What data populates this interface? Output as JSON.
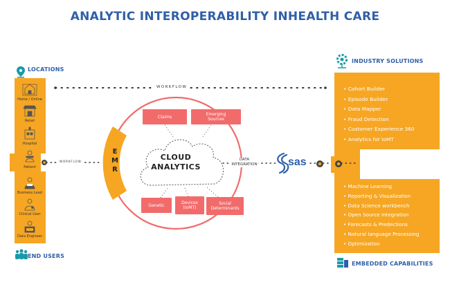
{
  "title": "ANALYTIC INTEROPERABILITY INHEALTH CARE",
  "headers": {
    "locations": "LOCATIONS",
    "end_users": "END USERS",
    "industry": "INDUSTRY SOLUTIONS",
    "embedded": "EMBEDDED CAPABILITIES"
  },
  "locations": [
    "Home / Online",
    "Retail",
    "Hospital"
  ],
  "center_node": "Patient",
  "users": [
    "Business Lead",
    "Clinical User",
    "Data Engineer"
  ],
  "workflow_label": "WORKFLOW",
  "workflow_small": "WORKFLOW",
  "emr": [
    "E",
    "M",
    "R"
  ],
  "cloud": {
    "line1": "CLOUD",
    "line2": "ANALYTICS"
  },
  "boxes": [
    {
      "l1": "Claims",
      "l2": ""
    },
    {
      "l1": "Emerging",
      "l2": "Sources"
    },
    {
      "l1": "Genetic",
      "l2": ""
    },
    {
      "l1": "Devices",
      "l2": "(IoMT)"
    },
    {
      "l1": "Social",
      "l2": "Determinants"
    }
  ],
  "data_integration": [
    "DATA",
    "INTEGRATION"
  ],
  "sas_logo": "sas",
  "industry_solutions": [
    "Cohort Builder",
    "Episode Builder",
    "Data Mapper",
    "Fraud Detection",
    "Customer Experience 360",
    "Analytics for IoMT"
  ],
  "embedded_capabilities": [
    "Machine Learning",
    "Reporting & Visualization",
    "Data Science workbench",
    "Open Source Integration",
    "Forecasts & Predections",
    "Natural language Processing",
    "Optimization"
  ],
  "colors": {
    "orange": "#f6a623",
    "coral": "#f26b6b",
    "blue": "#2f5fa8",
    "teal": "#1a9aa8"
  },
  "icons": [
    "pin-icon",
    "people-icon",
    "gear-network-icon",
    "database-icon",
    "home-icon",
    "store-icon",
    "hospital-icon",
    "patient-icon",
    "business-lead-icon",
    "clinical-user-icon",
    "data-engineer-icon",
    "cloud-icon"
  ]
}
